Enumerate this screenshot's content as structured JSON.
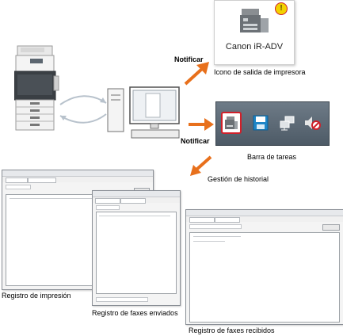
{
  "labels": {
    "notify_top": "Notificar",
    "printer_icon_caption": "Icono de salida de impresora",
    "notify_bottom": "Notificar",
    "taskbar_caption": "Barra de tareas",
    "history": "Gestión de historial",
    "print_log": "Registro de impresión",
    "fax_sent_log": "Registro de faxes enviados",
    "fax_received_log": "Registro de faxes recibidos"
  },
  "printer_icon": {
    "title": "Canon iR-ADV",
    "badge": "!"
  },
  "colors": {
    "arrow": "#e8701c",
    "highlight": "#d0202a",
    "badge": "#f2d200",
    "taskbar": "#56626d"
  },
  "icons": [
    "mfp-printer-icon",
    "pc-icon",
    "printer-output-icon",
    "floppy-icon",
    "network-icon",
    "muted-speaker-icon",
    "alert-badge-icon"
  ]
}
